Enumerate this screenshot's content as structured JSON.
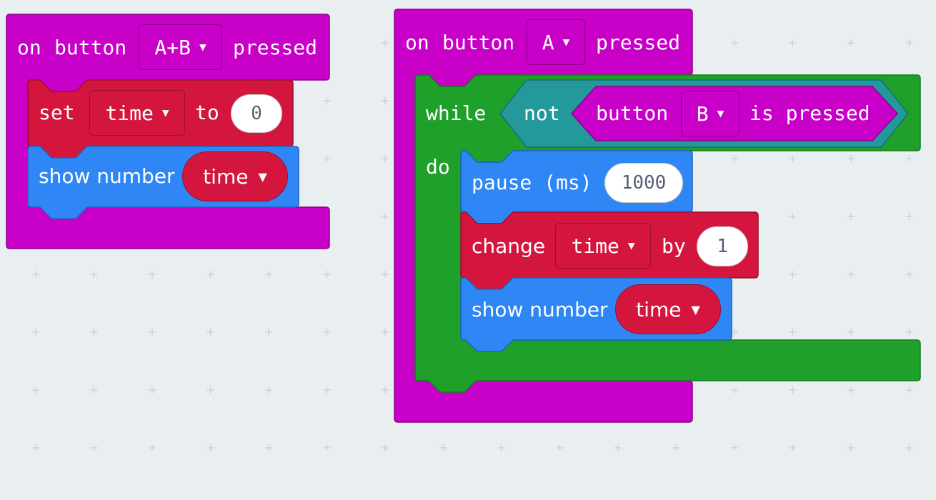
{
  "workspace": {
    "background": "#e9eef0",
    "grid_color": "#c6ced2"
  },
  "colors": {
    "events": "#c800c8",
    "variables": "#d4163f",
    "basic": "#2f86f5",
    "loops": "#1ea02b",
    "logic": "#23999b"
  },
  "block_ab": {
    "on": "on",
    "button": "button",
    "option": "A+B",
    "pressed": "pressed",
    "set": "set",
    "set_var": "time",
    "to": "to",
    "set_value": "0",
    "show_number": "show number",
    "show_var": "time"
  },
  "block_a": {
    "on": "on",
    "button": "button",
    "option": "A",
    "pressed": "pressed",
    "while": "while",
    "not": "not",
    "cond_button": "button",
    "cond_option": "B",
    "is_pressed": "is pressed",
    "do": "do",
    "pause": "pause (ms)",
    "pause_value": "1000",
    "change": "change",
    "change_var": "time",
    "by": "by",
    "change_value": "1",
    "show_number": "show number",
    "show_var": "time"
  },
  "icons": {
    "dropdown": "caret-down-icon"
  }
}
